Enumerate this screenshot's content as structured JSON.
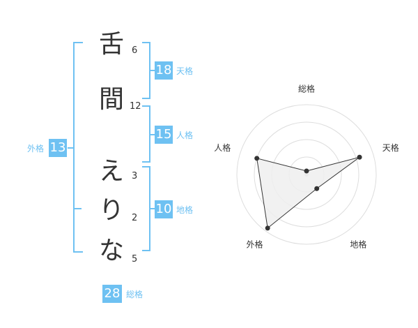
{
  "name": {
    "characters": [
      {
        "char": "舌",
        "strokes": "6"
      },
      {
        "char": "間",
        "strokes": "12"
      },
      {
        "char": "え",
        "strokes": "3"
      },
      {
        "char": "り",
        "strokes": "2"
      },
      {
        "char": "な",
        "strokes": "5"
      }
    ]
  },
  "fortune": {
    "tenkaku": {
      "value": "18",
      "label": "天格"
    },
    "jinkaku": {
      "value": "15",
      "label": "人格"
    },
    "chikaku": {
      "value": "10",
      "label": "地格"
    },
    "gaikaku": {
      "value": "13",
      "label": "外格"
    },
    "soukaku": {
      "value": "28",
      "label": "総格"
    }
  },
  "chart_data": {
    "type": "radar",
    "axes": [
      "総格",
      "天格",
      "地格",
      "外格",
      "人格"
    ],
    "values": [
      0.05,
      0.8,
      0.25,
      0.95,
      0.75
    ],
    "max": 1,
    "rings": 4,
    "colors": {
      "fill": "#eeeeee",
      "line": "#333333",
      "grid": "#dddddd"
    }
  }
}
